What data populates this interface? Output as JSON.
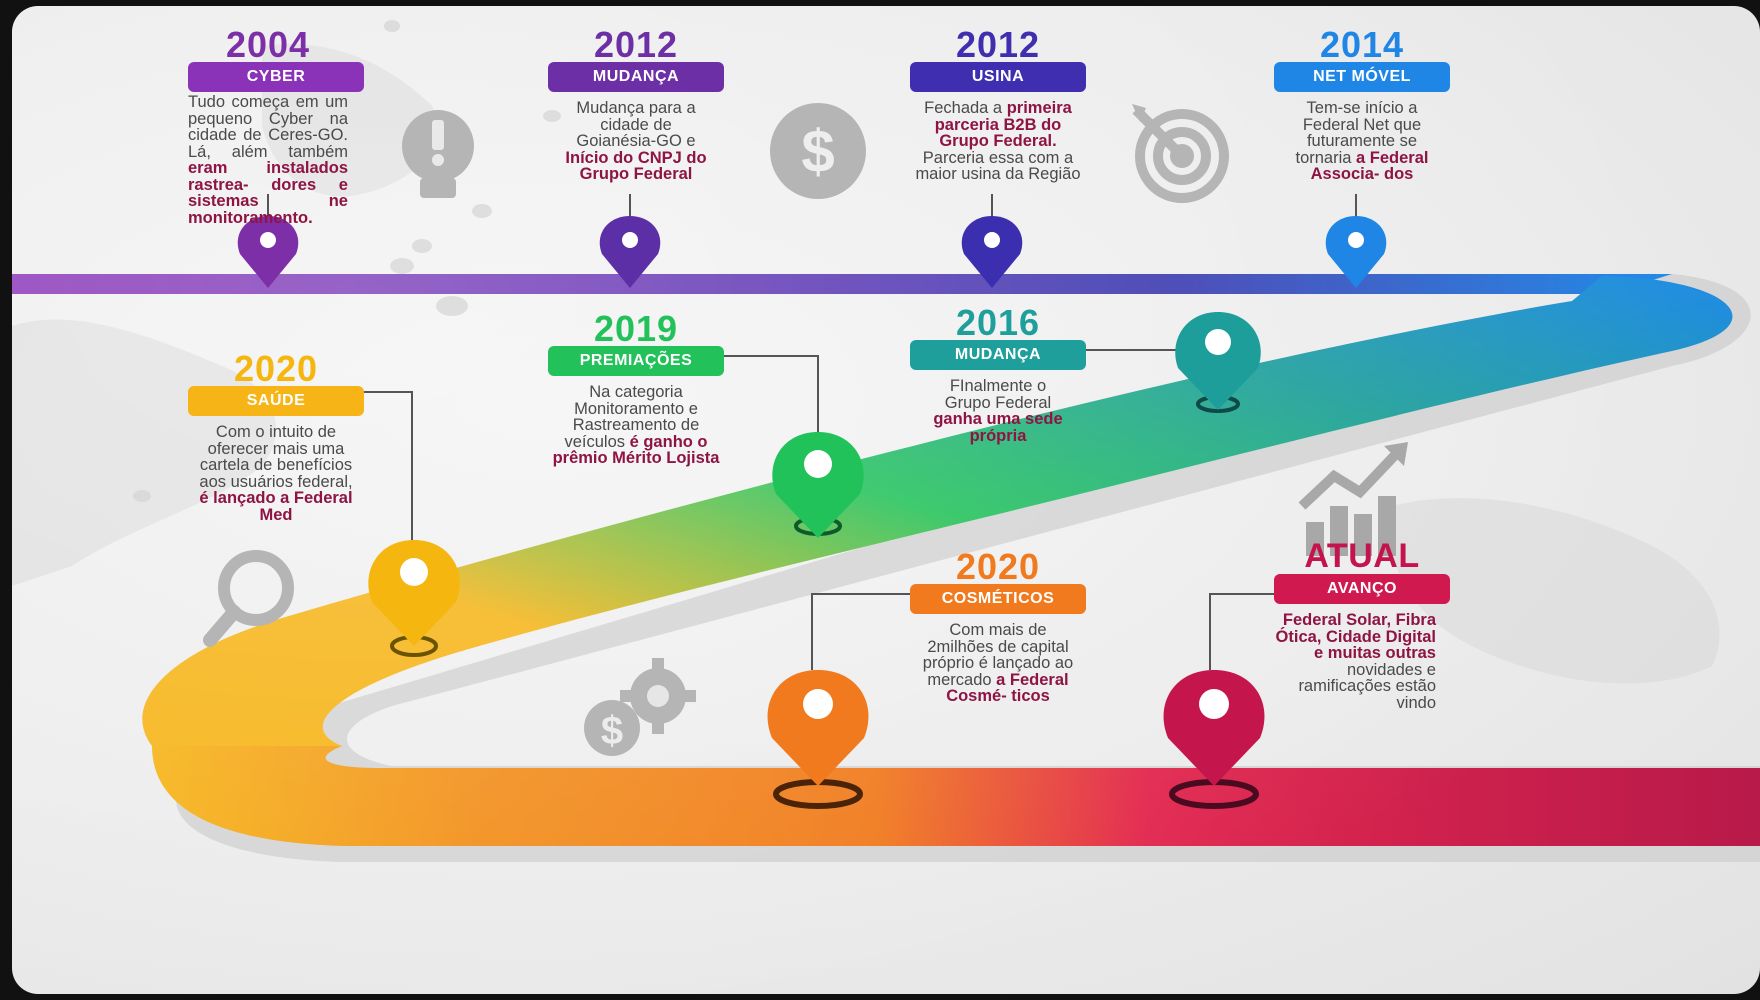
{
  "colors": {
    "purple": "#7d2fa8",
    "violet": "#5b34b5",
    "indigo": "#3b3bb0",
    "blue": "#1f8ae8",
    "teal": "#1e9e9a",
    "green": "#22c25a",
    "yellow": "#f4b60f",
    "orange": "#f07a1d",
    "crimson": "#d21a56",
    "accent_text": "#8e1444"
  },
  "milestones": [
    {
      "id": "cyber-2004",
      "year": "2004",
      "badge": "CYBER",
      "color": "#8a33b8",
      "text": "Tudo começa em um pequeno Cyber na cidade de Ceres-GO. Lá, além também",
      "bold": "eram instalados rastrea- dores e sistemas ne monitoramento.",
      "icon": "lightbulb-icon"
    },
    {
      "id": "mudanca-2012",
      "year": "2012",
      "badge": "MUDANÇA",
      "color": "#6c2fa6",
      "text": "Mudança para a cidade de Goianésia-GO e",
      "bold": "Início do CNPJ do Grupo Federal",
      "icon": "dollar-icon"
    },
    {
      "id": "usina-2012",
      "year": "2012",
      "badge": "USINA",
      "color": "#3f2fb0",
      "text_pre": "Fechada a",
      "bold": "primeira parceria B2B do Grupo Federal.",
      "text": "Parceria essa com a maior usina da Região",
      "icon": "target-icon"
    },
    {
      "id": "netmovel-2014",
      "year": "2014",
      "badge": "NET MÓVEL",
      "color": "#1f86e6",
      "text": "Tem-se início a Federal Net que futuramente se tornaria",
      "bold": "a Federal Associa- dos"
    },
    {
      "id": "saude-2020",
      "year": "2020",
      "badge": "SAÚDE",
      "color": "#f6b417",
      "text": "Com o intuito de oferecer mais uma cartela de benefícios aos usuários federal,",
      "bold": "é lançado a Federal Med",
      "icon": "magnifier-icon"
    },
    {
      "id": "premiacoes-2019",
      "year": "2019",
      "badge": "PREMIAÇÕES",
      "color": "#22c15a",
      "text": "Na categoria Monitoramento e Rastreamento de veículos",
      "bold": "é ganho o prêmio Mérito Lojista"
    },
    {
      "id": "mudanca-2016",
      "year": "2016",
      "badge": "MUDANÇA",
      "color": "#1f9f9c",
      "text": "FInalmente o Grupo Federal",
      "bold": "ganha uma sede própria"
    },
    {
      "id": "cosmeticos-2020",
      "year": "2020",
      "badge": "COSMÉTICOS",
      "color": "#f07a1d",
      "text": "Com mais de 2milhões de capital próprio é lançado ao mercado",
      "bold": "a Federal Cosmé- ticos",
      "icon": "money-gear-icon"
    },
    {
      "id": "avanco-atual",
      "year": "ATUAL",
      "badge": "AVANÇO",
      "color": "#d0194f",
      "bold": "Federal Solar, Fibra Ótica, Cidade Digital e muitas outras",
      "text": "novidades e ramificações estão vindo",
      "icon": "growth-chart-icon"
    }
  ]
}
